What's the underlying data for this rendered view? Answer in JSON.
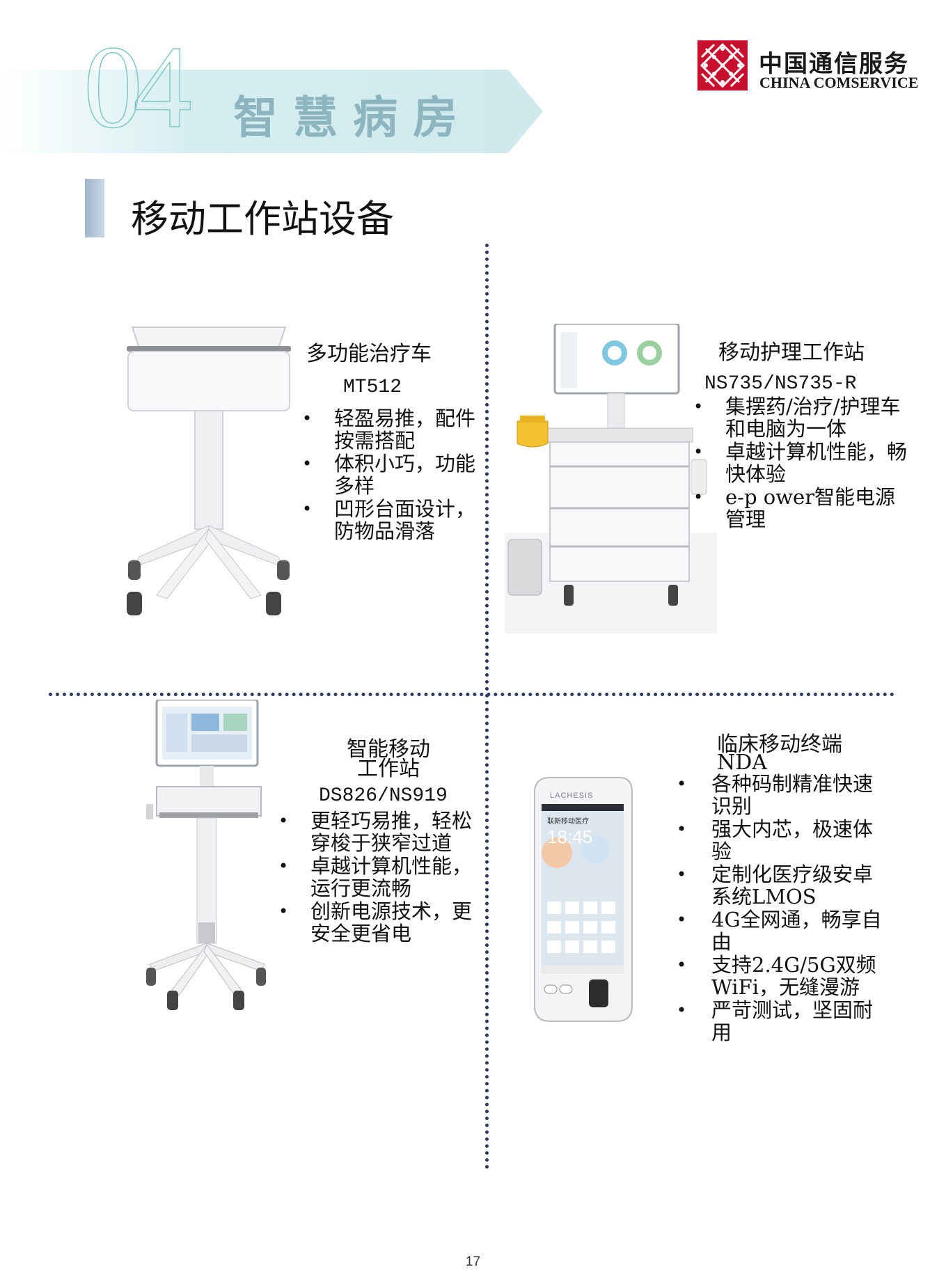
{
  "header": {
    "section_number": "04",
    "section_title": "智慧病房",
    "logo_cn": "中国通信服务",
    "logo_en": "CHINA COMSERVICE",
    "subtitle": "移动工作站设备"
  },
  "products": [
    {
      "name": "多功能治疗车",
      "model": "MT512",
      "features": [
        "轻盈易推，配件按需搭配",
        "体积小巧，功能多样",
        "凹形台面设计，防物品滑落"
      ]
    },
    {
      "name": "移动护理工作站",
      "model": "NS735/NS735-R",
      "features": [
        "集摆药/治疗/护理车和电脑为一体",
        "卓越计算机性能，畅快体验",
        "e-p ower智能电源管理"
      ]
    },
    {
      "name": "智能移动工作站",
      "model": "DS826/NS919",
      "features": [
        "更轻巧易推，轻松穿梭于狭窄过道",
        "卓越计算机性能，运行更流畅",
        "创新电源技术，更安全更省电"
      ]
    },
    {
      "name": "临床移动终端NDA",
      "features": [
        "各种码制精准快速识别",
        "强大内芯，极速体验",
        "定制化医疗级安卓系统LMOS",
        "4G全网通，畅享自由",
        "支持2.4G/5G双频WiFi，无缝漫游",
        "严苛测试，坚固耐用"
      ]
    }
  ],
  "device_screen": {
    "brand": "LACHESIS",
    "app_title": "联新移动医疗",
    "time": "18:45"
  },
  "page_number": "17",
  "colors": {
    "accent_red": "#c8102e",
    "divider": "#2d3560",
    "banner": "#dbeff1"
  }
}
